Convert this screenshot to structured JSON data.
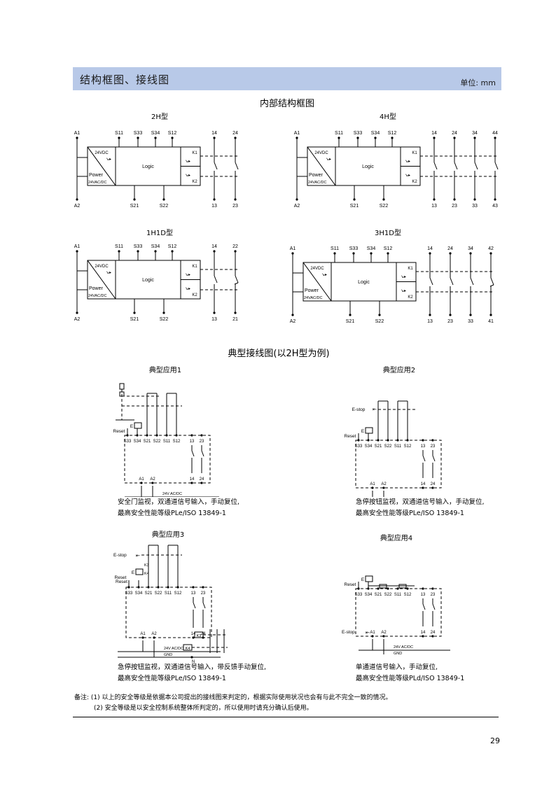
{
  "header": {
    "title": "结构框图、接线图",
    "unit": "单位: mm"
  },
  "internal": {
    "title": "内部结构框图",
    "diagrams": [
      {
        "label": "2H型",
        "terms_top": [
          "A1",
          "S11",
          "S33",
          "S34",
          "S12",
          "14",
          "24"
        ],
        "terms_bottom": [
          "A2",
          "S21",
          "S22",
          "13",
          "23"
        ]
      },
      {
        "label": "4H型",
        "terms_top": [
          "A1",
          "S11",
          "S33",
          "S34",
          "S12",
          "14",
          "24",
          "34",
          "44"
        ],
        "terms_bottom": [
          "A2",
          "S21",
          "S22",
          "13",
          "23",
          "33",
          "43"
        ]
      },
      {
        "label": "1H1D型",
        "terms_top": [
          "A1",
          "S11",
          "S33",
          "S34",
          "S12",
          "14",
          "22"
        ],
        "terms_bottom": [
          "A2",
          "S21",
          "S22",
          "13",
          "21"
        ]
      },
      {
        "label": "3H1D型",
        "terms_top": [
          "A1",
          "S11",
          "S33",
          "S34",
          "S12",
          "14",
          "24",
          "34",
          "42"
        ],
        "terms_bottom": [
          "A2",
          "S21",
          "S22",
          "13",
          "23",
          "33",
          "41"
        ]
      }
    ],
    "box": {
      "v24": "24VDC",
      "power": "Power",
      "vac": "24VAC/DC",
      "logic": "Logic",
      "k1": "K1",
      "k2": "K2"
    }
  },
  "wiring": {
    "title": "典型接线图(以2H型为例)",
    "apps": [
      {
        "title": "典型应用1",
        "desc1": "安全门监视，双通道信号输入，手动复位,",
        "desc2": "最高安全性能等级PLe/ISO 13849-1"
      },
      {
        "title": "典型应用2",
        "desc1": "急停按钮监视，双通道信号输入，手动复位,",
        "desc2": "最高安全性能等级PLe/ISO 13849-1"
      },
      {
        "title": "典型应用3",
        "desc1": "急停按钮监视，双通道信号输入，带反馈手动复位,",
        "desc2": "最高安全性能等级PLe/ISO 13849-1"
      },
      {
        "title": "典型应用4",
        "desc1": "单通道信号输入，手动复位,",
        "desc2": "最高安全性能等级PLd/ISO 13849-1"
      }
    ],
    "terms": [
      "S33",
      "S34",
      "S21",
      "S22",
      "S11",
      "S12",
      "13",
      "23"
    ],
    "bottom_terms": [
      "A1",
      "A2",
      "14",
      "24"
    ],
    "labels": {
      "reset": "Reset",
      "e": "E",
      "estop": "E-stop",
      "supply": "24V AC/DC",
      "gnd": "GND",
      "k3": "K3",
      "k4": "K4",
      "n": "N"
    }
  },
  "notes": {
    "prefix": "备注:",
    "n1": "(1) 以上的安全等级是依据本公司提出的接线图来判定的，根据实际使用状况也会有与此不完全一致的情况。",
    "n2": "(2) 安全等级是以安全控制系统整体所判定的，所以使用时请充分确认后使用。"
  },
  "page_number": "29"
}
